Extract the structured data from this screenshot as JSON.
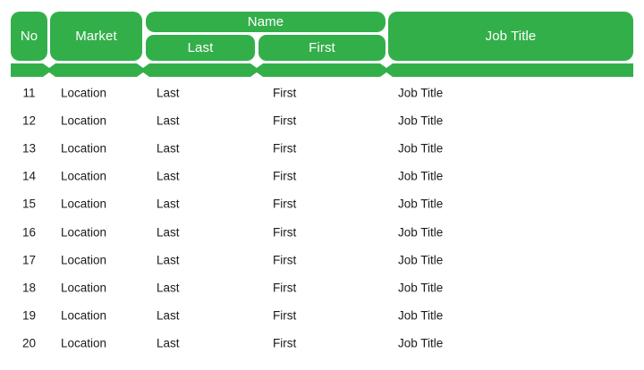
{
  "table": {
    "accent_color": "#33AF4A",
    "text_color": "#1b1b1b",
    "header": {
      "no": "No",
      "market": "Market",
      "name_group": "Name",
      "last": "Last",
      "first": "First",
      "job_title": "Job Title"
    },
    "columns": [
      "No",
      "Market",
      "Last",
      "First",
      "Job Title"
    ],
    "rows": [
      {
        "no": "11",
        "market": "Location",
        "last": "Last",
        "first": "First",
        "job_title": "Job Title"
      },
      {
        "no": "12",
        "market": "Location",
        "last": "Last",
        "first": "First",
        "job_title": "Job Title"
      },
      {
        "no": "13",
        "market": "Location",
        "last": "Last",
        "first": "First",
        "job_title": "Job Title"
      },
      {
        "no": "14",
        "market": "Location",
        "last": "Last",
        "first": "First",
        "job_title": "Job Title"
      },
      {
        "no": "15",
        "market": "Location",
        "last": "Last",
        "first": "First",
        "job_title": "Job Title"
      },
      {
        "no": "16",
        "market": "Location",
        "last": "Last",
        "first": "First",
        "job_title": "Job Title"
      },
      {
        "no": "17",
        "market": "Location",
        "last": "Last",
        "first": "First",
        "job_title": "Job Title"
      },
      {
        "no": "18",
        "market": "Location",
        "last": "Last",
        "first": "First",
        "job_title": "Job Title"
      },
      {
        "no": "19",
        "market": "Location",
        "last": "Last",
        "first": "First",
        "job_title": "Job Title"
      },
      {
        "no": "20",
        "market": "Location",
        "last": "Last",
        "first": "First",
        "job_title": "Job Title"
      }
    ]
  }
}
